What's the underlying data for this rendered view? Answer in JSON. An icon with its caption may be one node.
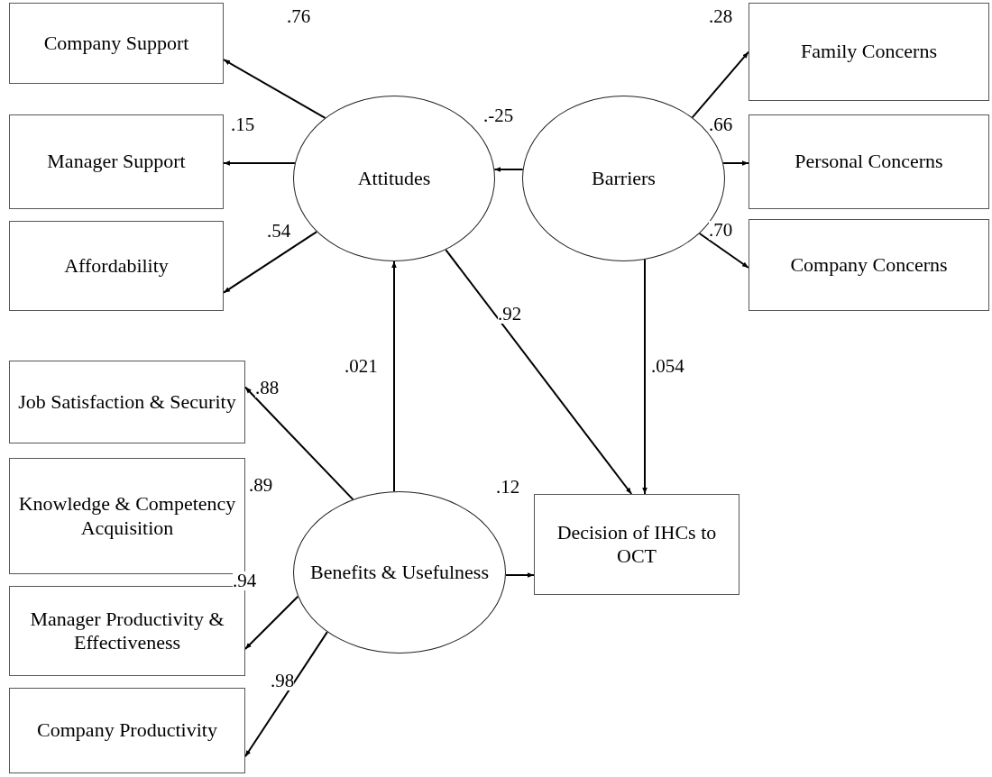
{
  "diagram": {
    "nodes": [
      {
        "text": [
          "Company Support"
        ]
      },
      {
        "text": [
          "Manager Support"
        ]
      },
      {
        "text": [
          "Affordability"
        ]
      },
      {
        "text": [
          "Attitudes"
        ]
      },
      {
        "text": [
          "Barriers"
        ]
      },
      {
        "text": [
          "Family Concerns"
        ]
      },
      {
        "text": [
          "Personal Concerns"
        ]
      },
      {
        "text": [
          "Company Concerns"
        ]
      },
      {
        "text": [
          "Job Satisfaction & Security"
        ]
      },
      {
        "text": [
          "Knowledge & Competency Acquisition"
        ]
      },
      {
        "text": [
          "Manager Productivity & Effectiveness"
        ]
      },
      {
        "text": [
          "Company Productivity"
        ]
      },
      {
        "text": [
          "Benefits & Usefulness"
        ]
      },
      {
        "text": [
          "Decision of IHCs to OCT"
        ]
      }
    ],
    "edges": [
      {
        "from": 3,
        "to": 0,
        "arrow": "to",
        "label": ".76"
      },
      {
        "from": 3,
        "to": 1,
        "arrow": "to",
        "label": ".15"
      },
      {
        "from": 3,
        "to": 2,
        "arrow": "to",
        "label": ".54"
      },
      {
        "from": 4,
        "to": 3,
        "arrow": "to",
        "label": ".-25"
      },
      {
        "from": 4,
        "to": 5,
        "arrow": "to",
        "label": ".28"
      },
      {
        "from": 4,
        "to": 6,
        "arrow": "to",
        "label": ".66"
      },
      {
        "from": 4,
        "to": 7,
        "arrow": "to",
        "label": ".70"
      },
      {
        "from": 3,
        "to": 13,
        "arrow": "to",
        "label": ".92"
      },
      {
        "from": 4,
        "to": 13,
        "arrow": "to",
        "label": ".054"
      },
      {
        "from": 12,
        "to": 3,
        "arrow": "to",
        "label": ".021"
      },
      {
        "from": 12,
        "to": 8,
        "arrow": "to",
        "label": ".88"
      },
      {
        "from": 12,
        "to": 10,
        "arrow": "to",
        "label": ".94"
      },
      {
        "from": 12,
        "to": 11,
        "arrow": "to",
        "label": ".98"
      },
      {
        "from": 12,
        "to": 13,
        "arrow": "to",
        "label": ".12"
      }
    ],
    "labels": [
      ".89"
    ]
  }
}
